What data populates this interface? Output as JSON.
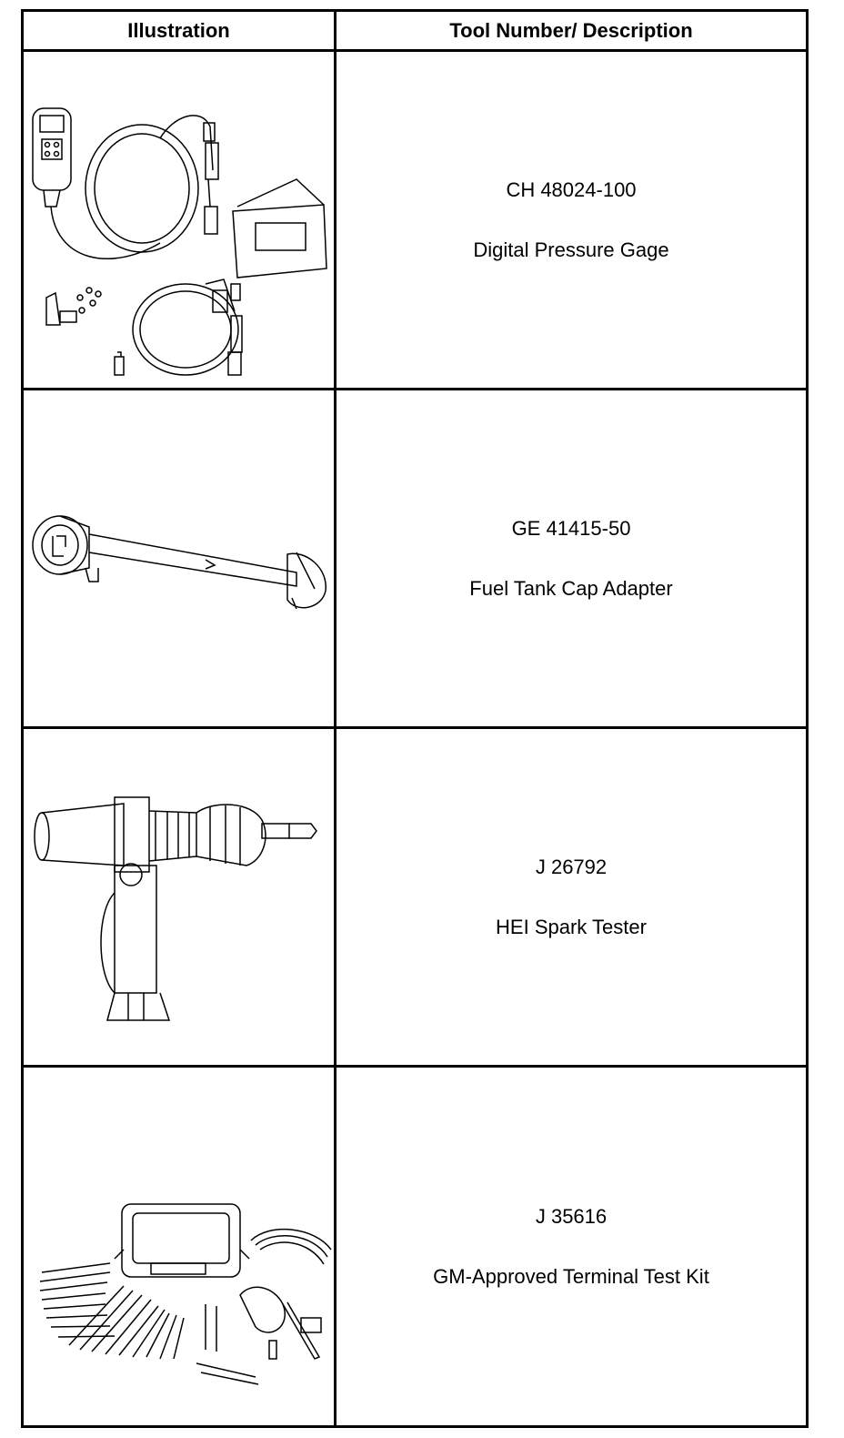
{
  "table": {
    "headers": {
      "illustration": "Illustration",
      "description": "Tool Number/ Description"
    },
    "rows": [
      {
        "tool_number": "CH 48024-100",
        "description": "Digital Pressure Gage"
      },
      {
        "tool_number": "GE 41415-50",
        "description": "Fuel Tank Cap Adapter"
      },
      {
        "tool_number": "J 26792",
        "description": "HEI Spark Tester"
      },
      {
        "tool_number": "J 35616",
        "description": "GM-Approved Terminal Test Kit"
      }
    ]
  }
}
